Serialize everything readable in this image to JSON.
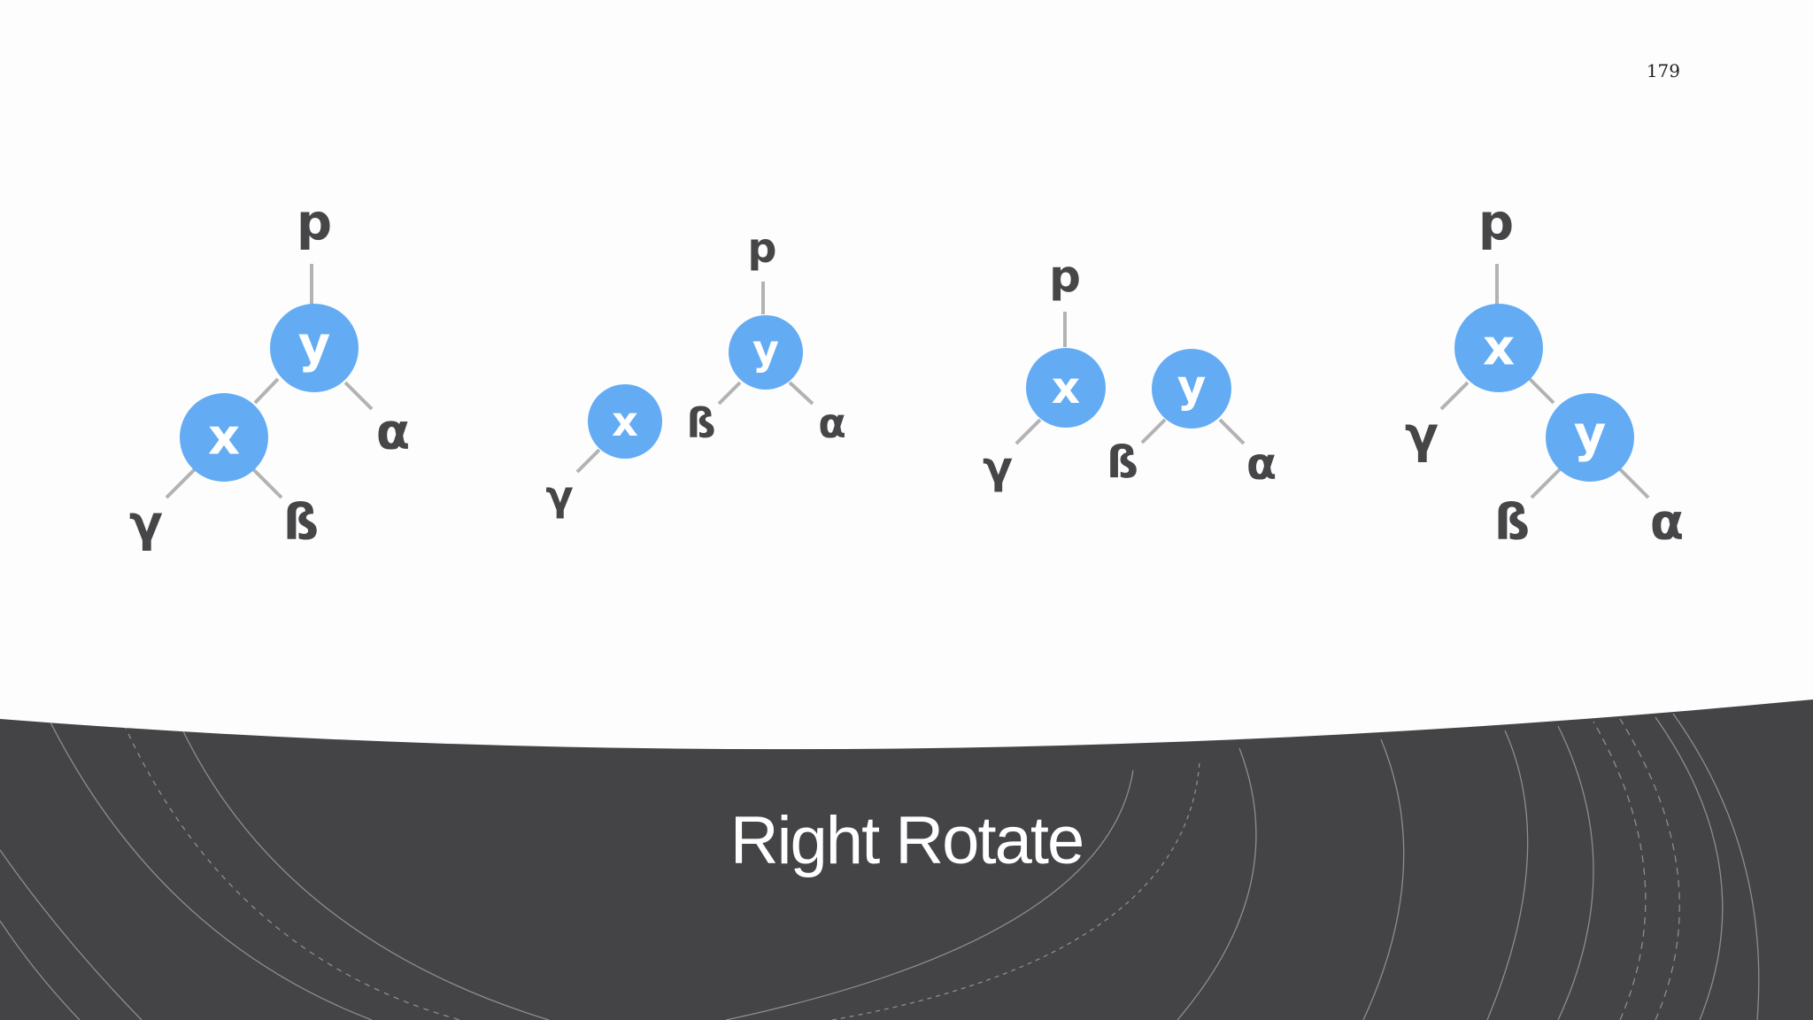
{
  "page_number": "179",
  "title": "Right Rotate",
  "colors": {
    "node_fill": "#63acf4",
    "node_text": "#ffffff",
    "edge": "#b3b3b3",
    "variable_text": "#464648",
    "band": "#444346",
    "background": "#fdfdfd"
  },
  "diagrams": [
    {
      "node_labels": [
        "y",
        "x"
      ],
      "variable_labels": [
        "p",
        "α",
        "γ",
        "ß"
      ]
    },
    {
      "node_labels": [
        "y",
        "x"
      ],
      "variable_labels": [
        "p",
        "ß",
        "α",
        "γ"
      ]
    },
    {
      "node_labels": [
        "x",
        "y"
      ],
      "variable_labels": [
        "p",
        "γ",
        "ß",
        "α"
      ]
    },
    {
      "node_labels": [
        "x",
        "y"
      ],
      "variable_labels": [
        "p",
        "γ",
        "ß",
        "α"
      ]
    }
  ]
}
